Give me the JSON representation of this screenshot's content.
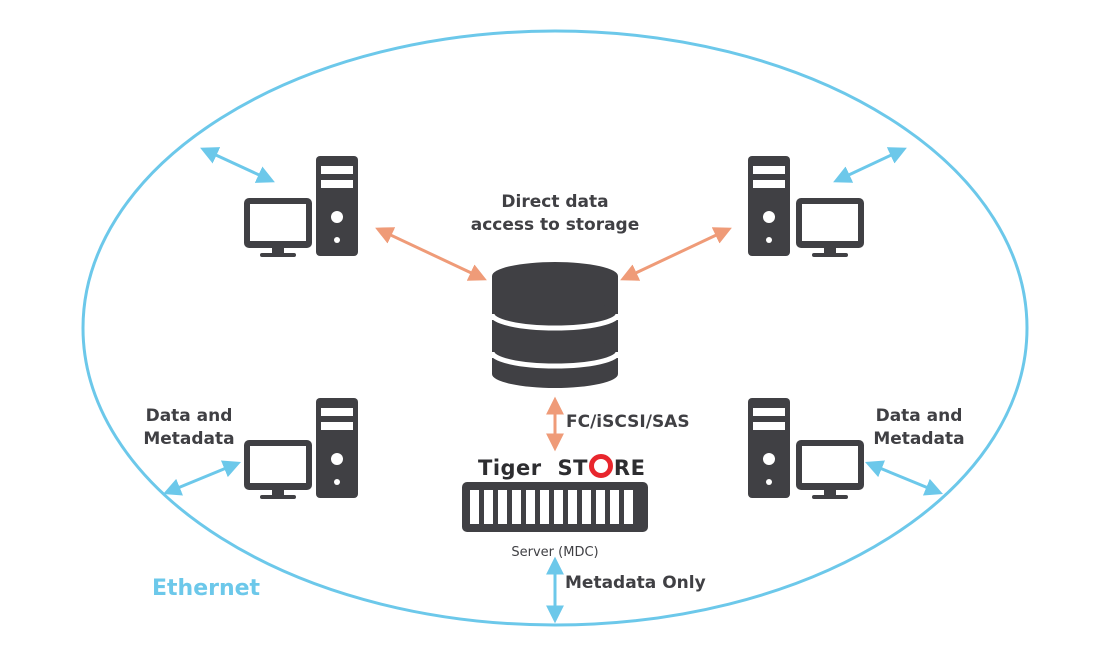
{
  "labels": {
    "direct_line1": "Direct data",
    "direct_line2": "access to storage",
    "protocol": "FC/iSCSI/SAS",
    "brand_prefix": "Tiger",
    "brand_st": "ST",
    "brand_re": "RE",
    "server": "Server (MDC)",
    "metadata_only": "Metadata Only",
    "data_meta_left_1": "Data and",
    "data_meta_left_2": "Metadata",
    "data_meta_right_1": "Data and",
    "data_meta_right_2": "Metadata",
    "ethernet": "Ethernet"
  },
  "colors": {
    "ethernet_blue": "#6cc8ea",
    "storage_orange": "#ef9b78",
    "device_dark": "#404044",
    "brand_red": "#e8262d"
  },
  "icons": [
    "desktop-computer-icon",
    "database-icon",
    "server-rack-icon",
    "double-arrow-icon"
  ]
}
